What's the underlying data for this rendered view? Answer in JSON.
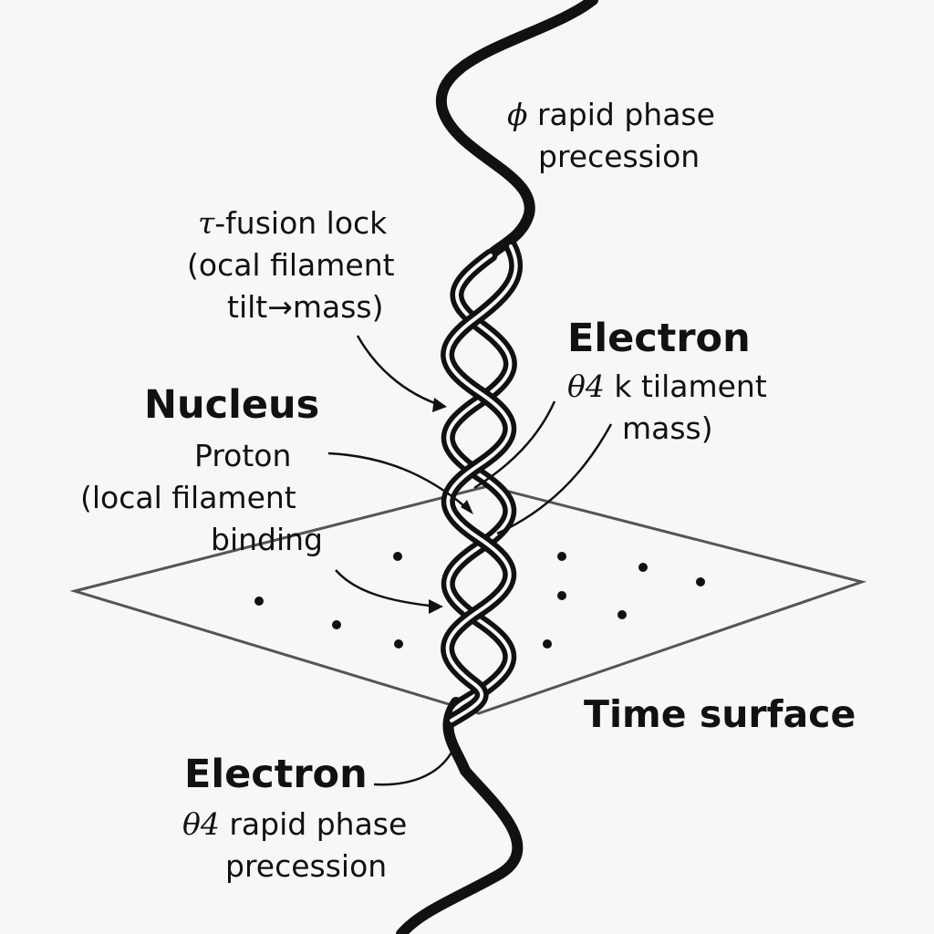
{
  "colors": {
    "background": "#f7f7f7",
    "ink": "#111111",
    "plane": "#555555"
  },
  "labels": {
    "phi_line1_symbol": "ϕ",
    "phi_line1_text": " rapid phase",
    "phi_line2": "precession",
    "tau_line1_symbol": "τ",
    "tau_line1_text": "-fusion lock",
    "tau_line2": "(ocal filament",
    "tau_line3": "tilt→mass)",
    "electron_right_title": "Electron",
    "electron_right_line1_symbol": "θ4",
    "electron_right_line1_text": " k tilament",
    "electron_right_line2": "mass)",
    "nucleus_title": "Nucleus",
    "proton_line1": "Proton",
    "proton_line2": "(local filament",
    "proton_line3": "binding",
    "time_surface": "Time surface",
    "electron_left_title": "Electron",
    "electron_left_line1_symbol": "θ4",
    "electron_left_line1_text": " rapid phase",
    "electron_left_line2": "precession"
  }
}
